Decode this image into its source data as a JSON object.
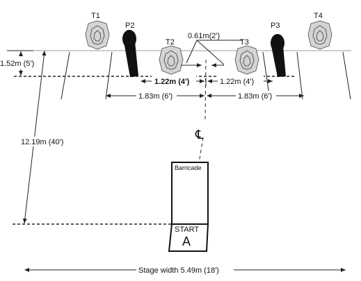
{
  "targets": {
    "t1": "T1",
    "t2": "T2",
    "t3": "T3",
    "t4": "T4"
  },
  "poppers": {
    "p2": "P2",
    "p3": "P3"
  },
  "dimensions": {
    "fault_line_depth": "1.52m (5')",
    "t2_t3_offset": "0.61m(2')",
    "p2_t2": "1.22m (4')",
    "t3_p3": "1.22m (4')",
    "left_span": "1.83m (6')",
    "right_span": "1.83m (6')",
    "start_distance": "12.19m (40')",
    "stage_width": "Stage width 5.49m (18')"
  },
  "centerline_symbol": "℄",
  "barricade_label": "Barricade",
  "start": {
    "label": "START",
    "position": "A"
  }
}
